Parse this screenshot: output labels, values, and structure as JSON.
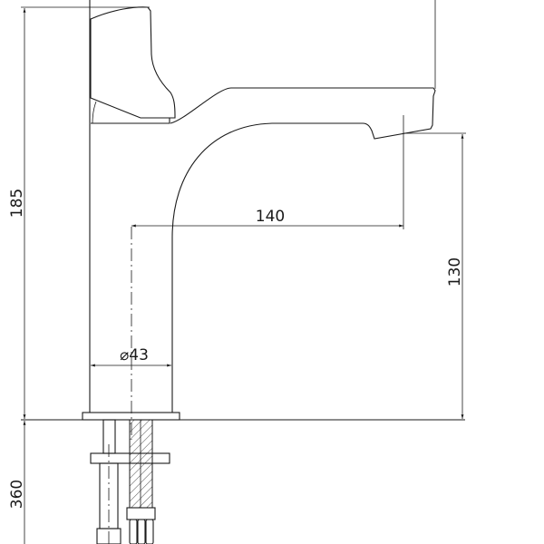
{
  "dimensions": {
    "height_total": "185",
    "spout_reach": "140",
    "spout_height": "130",
    "body_diameter": "⌀43",
    "hose_length": "360"
  },
  "colors": {
    "line": "#1a1a1a",
    "background": "#ffffff"
  }
}
